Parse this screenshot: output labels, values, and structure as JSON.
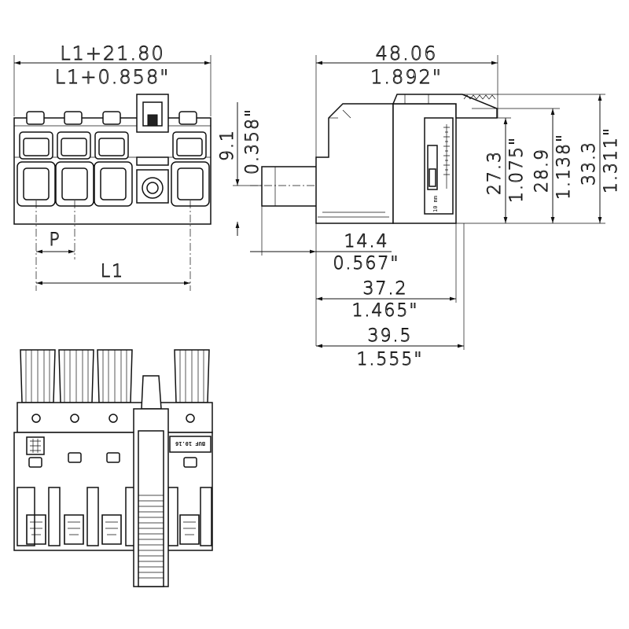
{
  "front_view": {
    "overall_metric": "L1+21.80",
    "overall_inch": "L1+0.858\"",
    "pitch_label": "P",
    "length_label": "L1",
    "height_metric": "9.1",
    "height_inch": "0.358\""
  },
  "side_view": {
    "width_metric": "48.06",
    "width_inch": "1.892\"",
    "pin_metric": "14.4",
    "pin_inch": "0.567\"",
    "body_metric": "37.2",
    "body_inch": "1.465\"",
    "depth_metric": "39.5",
    "depth_inch": "1.555\"",
    "h1_metric": "27.3",
    "h1_inch": "1.075\"",
    "h2_metric": "28.9",
    "h2_inch": "1.138\"",
    "h3_metric": "33.3",
    "h3_inch": "1.311\"",
    "strip_gauge_unit": "10 mm"
  },
  "top_view": {
    "product_marking": "BUF 10.16"
  }
}
